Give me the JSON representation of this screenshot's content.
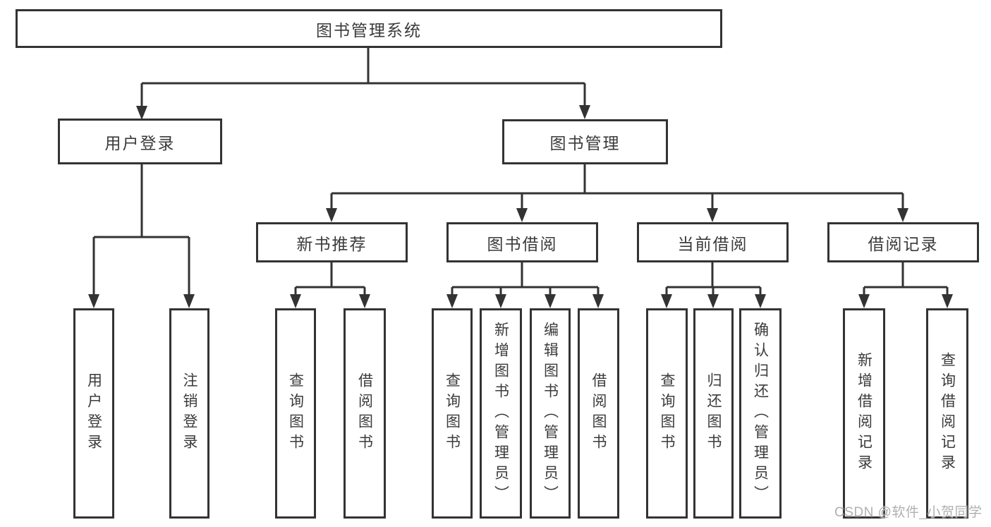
{
  "diagram": {
    "tree": {
      "label": "图书管理系统",
      "children": [
        {
          "label": "用户登录",
          "children": [
            {
              "label": "用户登录"
            },
            {
              "label": "注销登录"
            }
          ]
        },
        {
          "label": "图书管理",
          "children": [
            {
              "label": "新书推荐",
              "children": [
                {
                  "label": "查询图书"
                },
                {
                  "label": "借阅图书"
                }
              ]
            },
            {
              "label": "图书借阅",
              "children": [
                {
                  "label": "查询图书"
                },
                {
                  "label": "新增图书（管理员）"
                },
                {
                  "label": "编辑图书（管理员）"
                },
                {
                  "label": "借阅图书"
                }
              ]
            },
            {
              "label": "当前借阅",
              "children": [
                {
                  "label": "查询图书"
                },
                {
                  "label": "归还图书"
                },
                {
                  "label": "确认归还（管理员）"
                }
              ]
            },
            {
              "label": "借阅记录",
              "children": [
                {
                  "label": "新增借阅记录"
                },
                {
                  "label": "查询借阅记录"
                }
              ]
            }
          ]
        }
      ]
    },
    "watermark": "CSDN @软件_小贺同学",
    "colors": {
      "line": "#333333",
      "text": "#3b3b3b",
      "watermark": "#b0b0b0",
      "background": "#ffffff"
    }
  }
}
